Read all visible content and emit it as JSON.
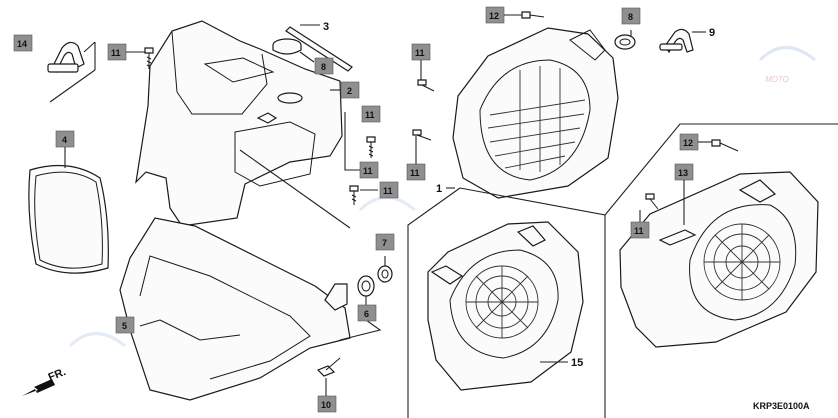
{
  "labels": {
    "l14": "14",
    "l11a": "11",
    "l3": "3",
    "l8a": "8",
    "l2": "2",
    "l11b": "11",
    "l11c": "11",
    "l11d": "11",
    "l4": "4",
    "l7": "7",
    "l6": "6",
    "l5": "5",
    "l10": "10",
    "l12a": "12",
    "l8b": "8",
    "l9": "9",
    "l11e": "11",
    "l11f": "11",
    "l1": "1",
    "l15": "15",
    "l12b": "12",
    "l13": "13",
    "l11g": "11"
  },
  "diagram_code": "KRP3E0100A",
  "direction_label": "FR.",
  "watermark": "MOTO",
  "colors": {
    "label_box": "#8f8f8f",
    "line": "#222222"
  }
}
